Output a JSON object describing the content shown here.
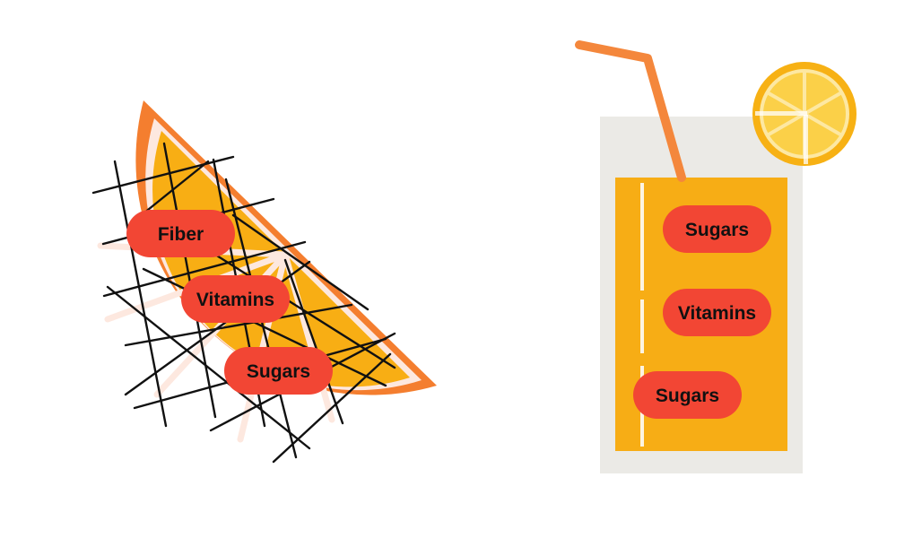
{
  "colors": {
    "background": "#ffffff",
    "peel": "#f47e2f",
    "pith": "#fde8df",
    "flesh": "#f8ae14",
    "mesh": "#111111",
    "pill": "#f24634",
    "pill_text": "#111111",
    "glass": "#ebeae6",
    "glass_outline": "#f4f4f2",
    "juice": "#f7ad15",
    "straw": "#f4873c",
    "lemon_rind": "#f7b114",
    "lemon_flesh": "#fbd048"
  },
  "orange_slice": {
    "nutrients": [
      {
        "label": "Fiber"
      },
      {
        "label": "Vitamins"
      },
      {
        "label": "Sugars"
      }
    ]
  },
  "juice_glass": {
    "nutrients": [
      {
        "label": "Sugars"
      },
      {
        "label": "Vitamins"
      },
      {
        "label": "Sugars"
      }
    ]
  }
}
